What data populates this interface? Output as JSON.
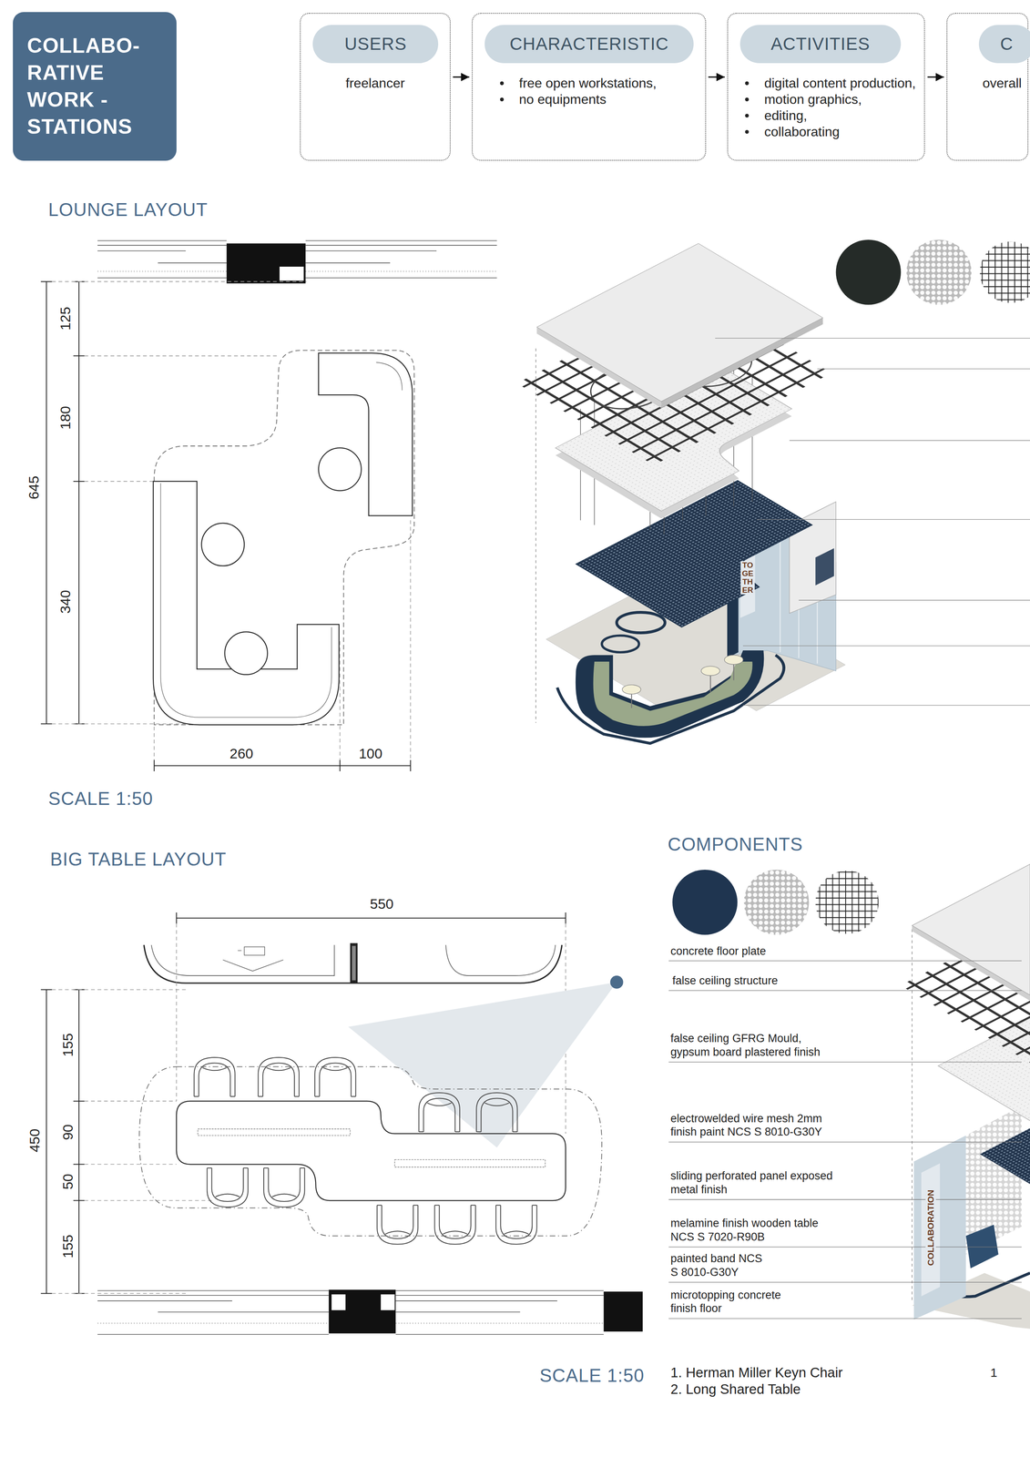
{
  "diagram": {
    "title": "COLLABO- RATIVE WORK - STATIONS",
    "nodes": [
      {
        "text": [
          "freelancer"
        ]
      },
      {
        "text": [
          "USERS"
        ],
        "in": 0
      },
      {
        "text": [
          "free open workstations,",
          "no equipments"
        ]
      },
      {
        "text": [
          "CHARACTERISTIC"
        ],
        "in": 2
      },
      {
        "text": [
          "digital content production,",
          "motion graphics,",
          "editing,",
          "collaborating"
        ]
      },
      {
        "text": [
          "ACTIVITIES"
        ],
        "in": 4
      },
      {
        "text": [
          "overall"
        ]
      },
      {
        "text": [
          "C"
        ],
        "in": 6
      }
    ],
    "edges": [
      {
        "from": 0,
        "to": 2,
        "arrow": "to"
      },
      {
        "from": 2,
        "to": 4,
        "arrow": "to"
      },
      {
        "from": 4,
        "to": 6,
        "arrow": "to"
      }
    ],
    "labels": [
      "LOUNGE LAYOUT",
      "125",
      "180",
      "340",
      "645",
      "260",
      "100",
      "SCALE 1:50",
      "TOGETHER",
      "BIG TABLE LAYOUT",
      "550",
      "450",
      "155",
      "90",
      "50",
      "155",
      "SCALE 1:50",
      "COMPONENTS",
      "concrete floor plate",
      "false ceiling structure",
      "false ceiling GFRG Mould, gypsum board plastered finish",
      "electrowelded wire mesh 2mm finish paint NCS S 8010-G30Y",
      "sliding perforated panel exposed metal finish",
      "melamine finish wooden table NCS S 7020-R90B",
      "painted band NCS S 8010-G30Y",
      "microtopping concrete finish floor",
      "COLLABORATION",
      "1. Herman Miller Keyn Chair",
      "2. Long Shared Table",
      "1"
    ]
  }
}
